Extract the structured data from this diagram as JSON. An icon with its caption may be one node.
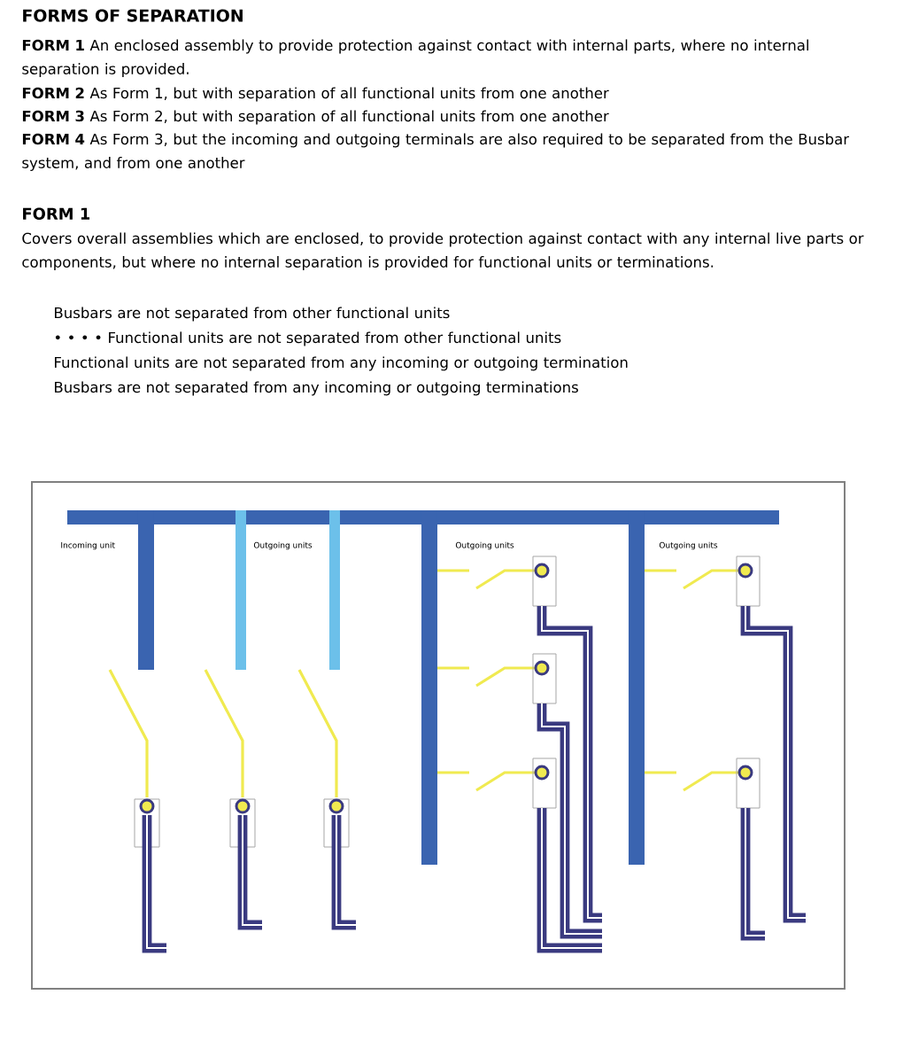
{
  "diagram": {
    "title": "FORMS OF SEPARATION",
    "labels": [
      "**FORM 1** An enclosed assembly to provide protection against contact with internal parts, where no internal separation is provided.",
      "**FORM 2** As Form 1, but with separation of all functional units from one another",
      "**FORM 3** As Form 2, but with separation of all functional units from one another",
      "**FORM 4** As Form 3, but the incoming and outgoing terminals are also required to be separated from the Busbar system, and from one another",
      "FORM 1",
      "Covers overall assemblies which are enclosed, to provide protection against contact with any internal live parts or components, but where no internal separation is provided for functional units or terminations.",
      "Busbars are not separated from other functional units",
      "• • • • Functional units are not separated from other functional units",
      "Functional units are not separated from any incoming or outgoing termination",
      "Busbars are not separated from any incoming or outgoing terminations",
      "Incoming unit",
      "Outgoing units",
      "Outgoing units",
      "Outgoing units"
    ]
  }
}
